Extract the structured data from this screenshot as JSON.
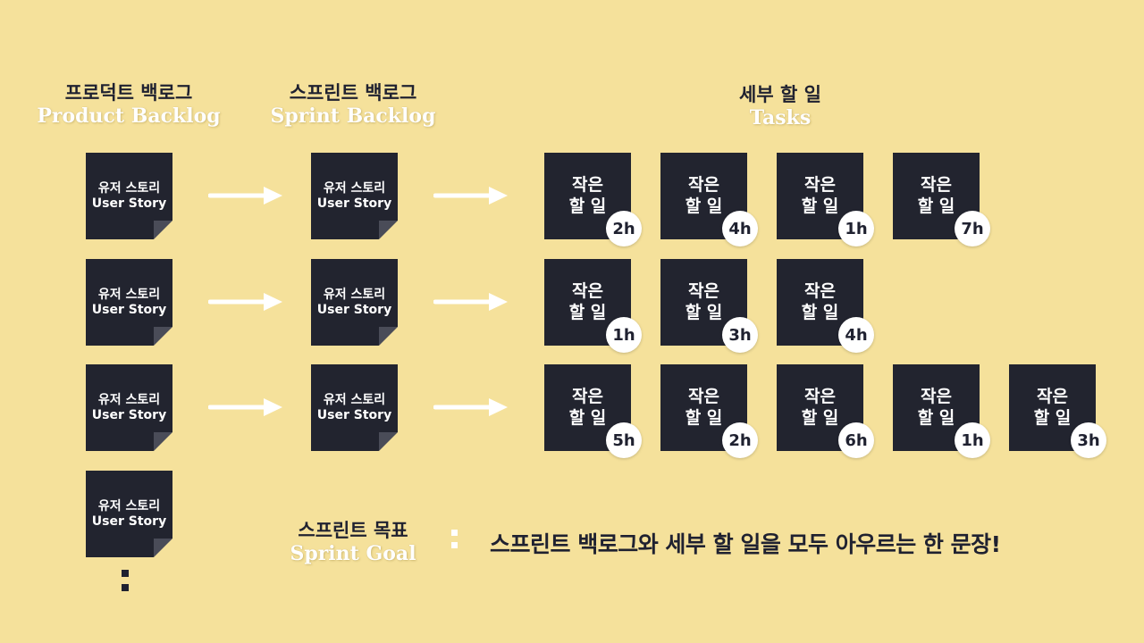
{
  "columns": {
    "product_backlog": {
      "ko": "프로덕트 백로그",
      "en": "Product Backlog"
    },
    "sprint_backlog": {
      "ko": "스프린트 백로그",
      "en": "Sprint Backlog"
    },
    "tasks": {
      "ko": "세부 할 일",
      "en": "Tasks"
    }
  },
  "user_story": {
    "ko": "유저 스토리",
    "en": "User Story"
  },
  "task": {
    "line1": "작은",
    "line2": "할 일"
  },
  "task_hours": [
    [
      "2h",
      "4h",
      "1h",
      "7h"
    ],
    [
      "1h",
      "3h",
      "4h"
    ],
    [
      "5h",
      "2h",
      "6h",
      "1h",
      "3h"
    ]
  ],
  "sprint_goal": {
    "ko": "스프린트 목표",
    "en": "Sprint Goal",
    "text": "스프린트 백로그와 세부 할 일을 모두 아우르는 한 문장!"
  },
  "colors": {
    "background": "#f5e19b",
    "card": "#22242f",
    "text_dark": "#1f2130",
    "white": "#ffffff"
  }
}
